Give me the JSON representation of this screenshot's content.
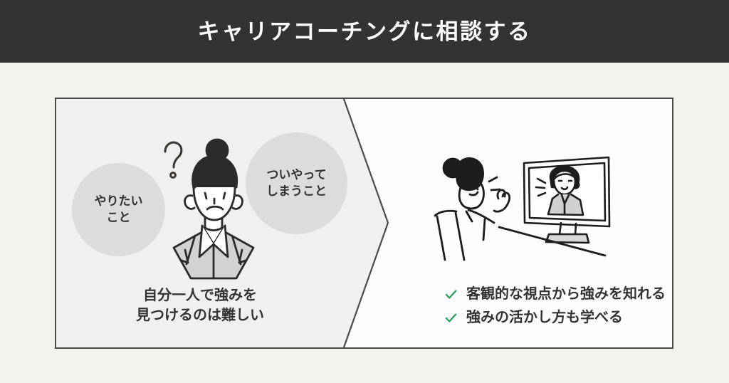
{
  "header": {
    "title": "キャリアコーチングに相談する",
    "background_color": "#333333",
    "text_color": "#ffffff"
  },
  "page": {
    "background_color": "#f4f2ee",
    "box_border_color": "#4a4a4a"
  },
  "comparison": {
    "left_panel": {
      "label": "problem-panel",
      "background_color": "#f0f0f0",
      "bubbles": [
        {
          "name": "want-to-do-bubble",
          "line1": "やりたい",
          "line2": "こと",
          "color": "#dcdcdc"
        },
        {
          "name": "habit-bubble",
          "line1": "ついやって",
          "line2": "しまうこと",
          "color": "#dcdcdc"
        }
      ],
      "illustration": "worried-woman-illustration",
      "question_mark": "?",
      "caption": {
        "line1": "自分一人で強みを",
        "line2": "見つけるのは難しい"
      }
    },
    "divider": {
      "name": "chevron-divider",
      "shape": "arrow-right"
    },
    "right_panel": {
      "label": "solution-panel",
      "background_color": "#fdfdfd",
      "illustration": "online-coaching-video-call-illustration",
      "check_color": "#2e9e63",
      "benefits": [
        {
          "text": "客観的な視点から強みを知れる"
        },
        {
          "text": "強みの活かし方も学べる"
        }
      ]
    }
  }
}
